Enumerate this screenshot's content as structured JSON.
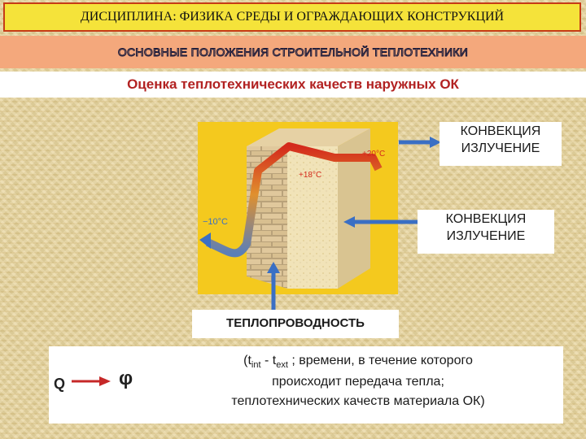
{
  "header": {
    "discipline_title": "ДИСЦИПЛИНА: ФИЗИКА СРЕДЫ И ОГРАЖДАЮЩИХ КОНСТРУКЦИЙ",
    "subtitle": "ОСНОВНЫЕ ПОЛОЖЕНИЯ СТРОИТЕЛЬНОЙ ТЕПЛОТЕХНИКИ",
    "heading": "Оценка теплотехнических качеств наружных ОК"
  },
  "diagram": {
    "temp_inside_air": "+20°C",
    "temp_inner_surface": "+18°C",
    "temp_outside": "−10°C"
  },
  "labels": {
    "top_right_line1": "КОНВЕКЦИЯ",
    "top_right_line2": "ИЗЛУЧЕНИЕ",
    "mid_right_line1": "КОНВЕКЦИЯ",
    "mid_right_line2": "ИЗЛУЧЕНИЕ",
    "bottom_center": "ТЕПЛОПРОВОДНОСТЬ"
  },
  "formula": {
    "q": "Q",
    "phi": "φ",
    "open": "(t",
    "sub_int": "int",
    "minus": " - t",
    "sub_ext": "ext",
    "line1_rest": " ; времени, в течение которого",
    "line2": "происходит передача тепла;",
    "line3": "теплотехнических качеств материала ОК)"
  },
  "colors": {
    "title_bg": "#f5e33a",
    "title_border": "#c63b16",
    "subtitle_bg": "#f4a87c",
    "heading_text": "#b22222",
    "temp_red": "#d42a1c",
    "temp_blue": "#3a6fc4",
    "arrow_blue": "#3a6fc4"
  }
}
